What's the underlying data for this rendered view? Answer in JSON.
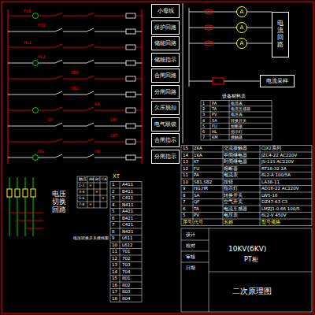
{
  "diagram": {
    "nodes": [
      {
        "text": [
          "小母线"
        ]
      },
      {
        "text": [
          "保护回路"
        ]
      },
      {
        "text": [
          "储能回路"
        ]
      },
      {
        "text": [
          "储能指示"
        ]
      },
      {
        "text": [
          "合闸回路"
        ]
      },
      {
        "text": [
          "分闸回路"
        ]
      },
      {
        "text": [
          "欠压脱扣"
        ]
      },
      {
        "text": [
          "电气联锁"
        ]
      },
      {
        "text": [
          "合闸指示"
        ]
      },
      {
        "text": [
          "分闸指示"
        ]
      },
      {
        "text": [
          "电流回路"
        ]
      },
      {
        "text": [
          "电流采样"
        ]
      },
      {
        "text": [
          "A"
        ]
      },
      {
        "text": [
          "A"
        ]
      },
      {
        "text": [
          "A"
        ]
      },
      {
        "text": [
          "电压切换回路"
        ]
      }
    ],
    "labels": [
      "FU1",
      "HL1",
      "FU2",
      "HL2",
      "SB1",
      "SB2",
      "KA",
      "QF",
      "KM",
      "1KT",
      "HG",
      "HR",
      "设备材料表",
      "1",
      "PA",
      "电流表",
      "2",
      "TA",
      "电流互感器",
      "3",
      "PV",
      "电压表",
      "4",
      "SA",
      "转换开关",
      "5",
      "FU",
      "熔断器",
      "6",
      "HL",
      "指示灯",
      "7",
      "KM",
      "接触器",
      "15",
      "2KA",
      "交流接触器",
      "CJX2系列",
      "14",
      "1KA",
      "中间继电器",
      "JZC4-22 AC220V",
      "13",
      "KT",
      "时间继电器",
      "JS-11S AC220V",
      "12",
      "FU",
      "熔断器",
      "RT18-32 2A",
      "11",
      "PA",
      "电流表",
      "6L2-A 100/5A",
      "10",
      "SB1,SB2",
      "按钮",
      "LA38-11",
      "9",
      "HG,HR",
      "指示灯",
      "AD16-22 AC220V",
      "8",
      "SA",
      "转换开关",
      "LW5-16",
      "7",
      "QF",
      "空气开关",
      "DZ47-63 C3",
      "6",
      "TA",
      "电流互感器",
      "LMZJ1-0.66 100/5",
      "5",
      "PV",
      "电压表",
      "6L2-V 450V",
      "序号",
      "代号",
      "名称",
      "型号规格",
      "10KV(6KV)",
      "PT柜",
      "二次原理图",
      "设计",
      "校对",
      "审核",
      "日期",
      "XT",
      "1",
      "A411",
      "2",
      "B411",
      "3",
      "C411",
      "4",
      "N411",
      "5",
      "A421",
      "6",
      "B421",
      "7",
      "C421",
      "8",
      "N421",
      "9",
      "L611",
      "10",
      "L612",
      "11",
      "701",
      "12",
      "702",
      "13",
      "703",
      "14",
      "704",
      "15",
      "801",
      "16",
      "802",
      "17",
      "803",
      "18",
      "804",
      "触点",
      "AB",
      "BC",
      "CA",
      "1-2",
      "×",
      "3-4",
      "×",
      "5-6",
      "×",
      "7-8",
      "×",
      "电压转换开关接线图"
    ]
  }
}
